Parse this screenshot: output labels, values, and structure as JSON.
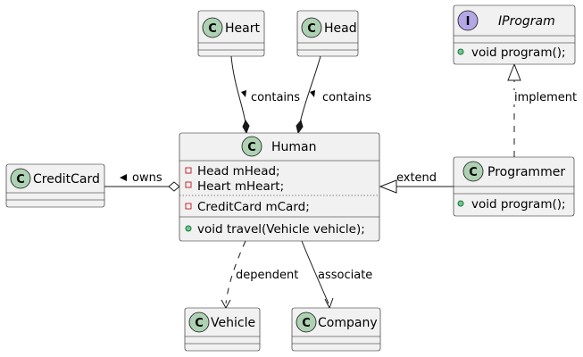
{
  "classes": {
    "heart": {
      "name": "Heart",
      "glyph": "C"
    },
    "head": {
      "name": "Head",
      "glyph": "C"
    },
    "iprogram": {
      "name": "IProgram",
      "glyph": "I",
      "methods": [
        "void program();"
      ]
    },
    "human": {
      "name": "Human",
      "glyph": "C",
      "fields": [
        "Head mHead;",
        "Heart mHeart;"
      ],
      "fields2": [
        "CreditCard mCard;"
      ],
      "methods": [
        "void travel(Vehicle vehicle);"
      ]
    },
    "creditcard": {
      "name": "CreditCard",
      "glyph": "C"
    },
    "programmer": {
      "name": "Programmer",
      "glyph": "C",
      "methods": [
        "void program();"
      ]
    },
    "vehicle": {
      "name": "Vehicle",
      "glyph": "C"
    },
    "company": {
      "name": "Company",
      "glyph": "C"
    }
  },
  "relations": {
    "heart_contains": "contains",
    "head_contains": "contains",
    "implement": "implement",
    "owns": "owns",
    "extend": "extend",
    "dependent": "dependent",
    "associate": "associate"
  },
  "colors": {
    "class_icon": "#add1b2",
    "interface_icon": "#b4a7e5",
    "box_fill": "#f1f1f1",
    "line": "#181818",
    "private_marker": "#c82930",
    "public_marker": "#84be84"
  }
}
